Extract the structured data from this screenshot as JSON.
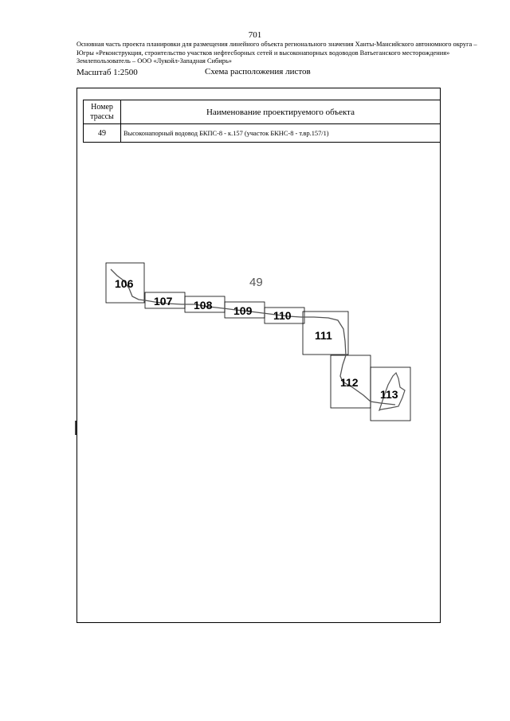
{
  "page_number": "701",
  "header_text": "Основная часть проекта планировки для размещения линейного объекта регионального значения Ханты-Мансийского автономного округа – Югры «Реконструкция, строительство участков нефтесборных сетей и высоконапорных водоводов Ватьеганского месторождения» Землепользователь – ООО «Лукойл-Западная Сибирь»",
  "scale_label": "Масштаб 1:2500",
  "scheme_title": "Схема расположения листов",
  "table": {
    "header_number": "Номер трассы",
    "header_name": "Наименование проектируемого объекта",
    "rows": [
      {
        "number": "49",
        "name": "Высоконапорный водовод БКПС-8 - к.157 (участок БКНС-8 - т.вр.157/1)"
      }
    ]
  },
  "map": {
    "route_number": "49",
    "sheets": [
      "106",
      "107",
      "108",
      "109",
      "110",
      "111",
      "112",
      "113"
    ]
  }
}
